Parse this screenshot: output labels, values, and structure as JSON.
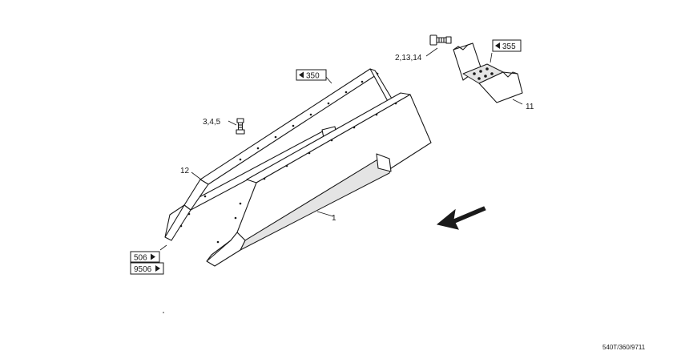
{
  "callouts": {
    "part_1": "1",
    "part_11": "11",
    "part_12": "12",
    "hardware_3_4_5": "3,4,5",
    "hardware_2_13_14": "2,13,14"
  },
  "references": {
    "ref_350": "350",
    "ref_355": "355",
    "ref_506": "506",
    "ref_9506": "9506"
  },
  "drawing_id": "540T/360/9711"
}
